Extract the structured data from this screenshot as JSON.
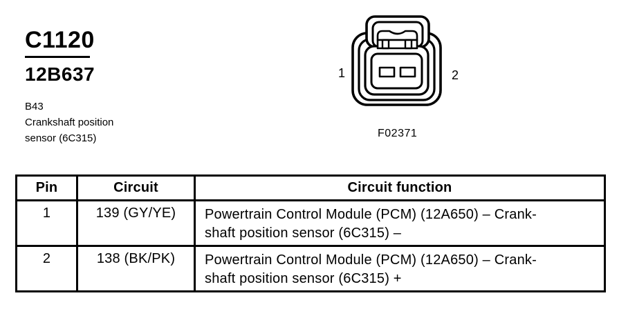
{
  "header": {
    "connector_id": "C1120",
    "part_number": "12B637",
    "location_code": "B43",
    "description_lines": [
      "Crankshaft position",
      "sensor (6C315)"
    ]
  },
  "figure": {
    "pin1_label": "1",
    "pin2_label": "2",
    "figure_code": "F02371",
    "icon": "2-pin-connector-face-icon"
  },
  "pin_table": {
    "columns": [
      "Pin",
      "Circuit",
      "Circuit function"
    ],
    "rows": [
      {
        "pin": "1",
        "circuit": "139 (GY/YE)",
        "function_lines": [
          "Powertrain Control Module (PCM) (12A650) – Crank-",
          "shaft position sensor (6C315) –"
        ]
      },
      {
        "pin": "2",
        "circuit": "138 (BK/PK)",
        "function_lines": [
          "Powertrain Control Module (PCM) (12A650) – Crank-",
          "shaft position sensor (6C315) +"
        ]
      }
    ]
  },
  "colors": {
    "ink": "#000000",
    "background": "#ffffff"
  }
}
